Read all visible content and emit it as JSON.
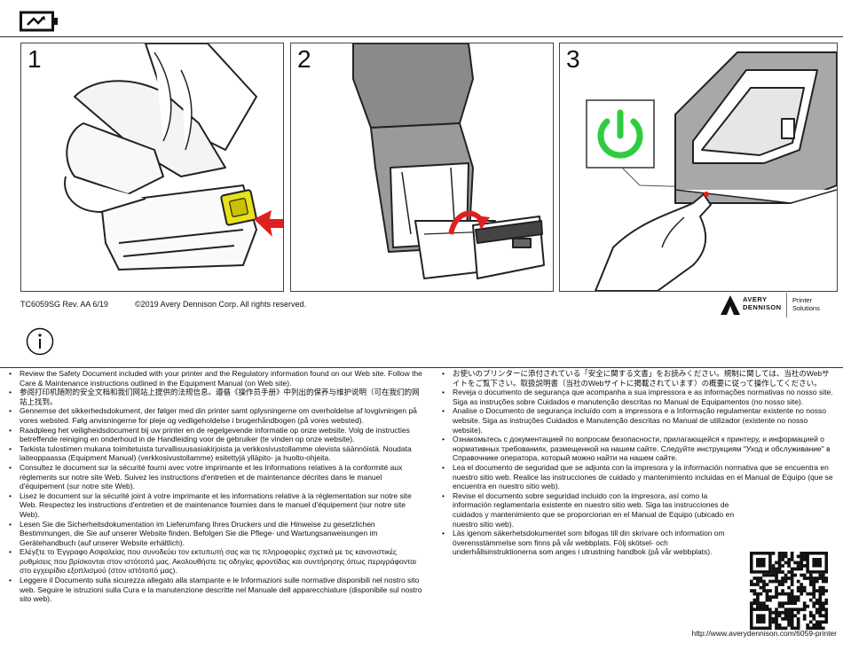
{
  "header": {
    "battery_icon": "battery-charging-icon"
  },
  "steps": [
    {
      "number": "1",
      "illustration": "hand-pressing-battery-release-latch"
    },
    {
      "number": "2",
      "illustration": "battery-removed-from-handle"
    },
    {
      "number": "3",
      "illustration": "finger-pressing-power-button",
      "power_icon_color": "#2ecc40"
    }
  ],
  "footer": {
    "doc_code": "TC6059SG Rev. AA 6/19",
    "copyright": "©2019 Avery Dennison Corp.  All rights reserved.",
    "brand_line1": "AVERY",
    "brand_line2": "DENNISON",
    "brand_sub1": "Printer",
    "brand_sub2": "Solutions"
  },
  "info_icon": "info-circle-icon",
  "left_column": [
    "Review the Safety Document included with your printer and the Regulatory information found on our Web site.  Follow the Care & Maintenance instructions outlined in the Equipment Manual (on Web site).",
    "参阅打印机随附的安全文档和我们网站上提供的法规信息。遵循《操作员手册》中列出的保养与维护说明（可在我们的网站上找到。",
    "Gennemse det sikkerhedsdokument, der følger med din printer samt oplysningerne om overholdelse af lovgivningen på vores websted. Følg anvisningerne for pleje og vedligeholdelse i brugerhåndbogen (på vores websted).",
    "Raadpleeg het veiligheidsdocument bij uw printer en de regelgevende informatie op onze website. Volg de instructies betreffende reiniging en onderhoud in de Handleiding voor de gebruiker (te vinden op onze website).",
    "Tarkista tulostimen mukana toimitetuista turvallisuusasiakirjoista ja verkkosivustollamme olevista säännöistä. Noudata laiteoppaassa (Equipment Manual) (verkkosivustollamme) esitettyjä ylläpito- ja huolto-ohjeita.",
    "Consultez le document sur la sécurité fourni avec votre imprimante et les Informations relatives à la conformité aux règlements sur notre site Web. Suivez les instructions d'entretien et de maintenance décrites dans le manuel d'équipement (sur notre site Web).",
    "Lisez le document sur la sécurité joint à votre imprimante et les informations relative à la réglementation sur notre site Web. Respectez les instructions d'entretien et de maintenance fournies dans le manuel d'équipement (sur notre site Web).",
    "Lesen Sie die Sicherheitsdokumentation im Lieferumfang Ihres Druckers und die Hinweise zu gesetzlichen Bestimmungen, die Sie auf unserer Website finden. Befolgen Sie die Pflege- und Wartungsanweisungen im Gerätehandbuch (auf unserer Website erhältlich).",
    "Ελέγξτε το Έγγραφο Ασφαλείας που συνοδεύει τον εκτυπωτή σας και τις πληροφορίες σχετικά με τις κανονιστικές ρυθμίσεις που βρίσκονται στον ιστότοπό μας. Ακολουθήστε τις οδηγίες φροντίδας και συντήρησης όπως περιγράφονται στο εγχειρίδιο εξοπλισμού (στον ιστότοπό μας).",
    "Leggere il Documento sulla sicurezza allegato alla stampante e le Informazioni sulle normative disponibili nel nostro sito web. Seguire le istruzioni sulla Cura e la manutenzione descritte nel Manuale dell apparecchiature (disponibile sul nostro sito web)."
  ],
  "right_column": [
    "お使いのプリンターに添付されている「安全に関する文書」をお読みください。規制に関しては、当社のWebサイトをご覧下さい。取扱説明書（当社のWebサイトに掲載されています）の概要に従って操作してください。",
    "Reveja o documento de segurança que acompanha a sua impressora e as informações normativas no nosso site. Siga as instruções sobre Cuidados e manutenção descritas no Manual de Equipamentos (no nosso site).",
    "Analise o Documento de segurança incluído com a impressora e a Informação regulamentar existente no nosso website. Siga as instruções Cuidados e Manutenção descritas no Manual de utilizador (existente no nosso website).",
    "Ознакомьтесь с документацией по вопросам безопасности, прилагающейся к принтеру, и информацией о нормативных требованиях, размещенной на нашем сайте. Следуйте инструкциям \"Уход и обслуживание\" в Справочнике оператора, который можно найти на нашем сайте.",
    "Lea el documento de seguridad que se adjunta con la impresora y la información normativa que se encuentra en nuestro sitio web. Realice las instrucciones de cuidado y mantenimiento incluidas en el Manual de Equipo (que se encuentra en nuestro sitio web).",
    "Revise el documento sobre seguridad incluido con la impresora, así como la información reglamentaria existente en nuestro sitio web. Siga las instrucciones de cuidados y mantenimiento que se proporcionan en el Manual de Equipo (ubicado en nuestro sitio web).",
    "Läs igenom säkerhetsdokumentet som bifogas till din skrivare och information om överensstämmelse som finns på vår webbplats. Följ skötsel- och underhållsinstruktionerna som anges i utrustning handbok (på vår webbplats)."
  ],
  "qr_icon": "qr-code-icon",
  "url": "http://www.averydennison.com/6059-printer"
}
